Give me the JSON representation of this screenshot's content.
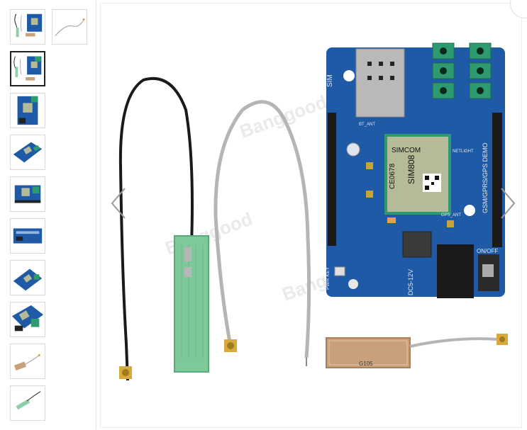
{
  "gallery": {
    "thumbnails": [
      {
        "id": "thumb-1",
        "selected": false
      },
      {
        "id": "thumb-2",
        "selected": false
      },
      {
        "id": "thumb-3",
        "selected": true
      },
      {
        "id": "thumb-4",
        "selected": false
      },
      {
        "id": "thumb-5",
        "selected": false
      },
      {
        "id": "thumb-6",
        "selected": false
      },
      {
        "id": "thumb-7",
        "selected": false
      },
      {
        "id": "thumb-8",
        "selected": false
      },
      {
        "id": "thumb-9",
        "selected": false
      },
      {
        "id": "thumb-10",
        "selected": false
      },
      {
        "id": "thumb-11",
        "selected": false
      }
    ],
    "main_image": {
      "watermark": "Banggood",
      "board_labels": {
        "sim": "SIM",
        "module_brand": "SIMCOM",
        "module_model": "SIM808",
        "ce_mark": "CE0678",
        "demo": "GSM/GPRS/GPS DEMO",
        "power": "DC5-12V",
        "onoff": "ON/OFF",
        "pwr_key": "PWR KEY",
        "gps_ant": "GPS_ANT",
        "bt_ant": "BT_ANT",
        "netlight": "NETLIGHT",
        "gps_label": "G105"
      }
    },
    "icons": {
      "prev": "chevron-left-icon",
      "next": "chevron-right-icon",
      "close": "close-icon"
    },
    "colors": {
      "pcb_blue": "#1f5aa6",
      "antenna_green": "#7ec99a",
      "header_black": "#1a1a1a",
      "gps_patch": "#c9a07a"
    }
  }
}
